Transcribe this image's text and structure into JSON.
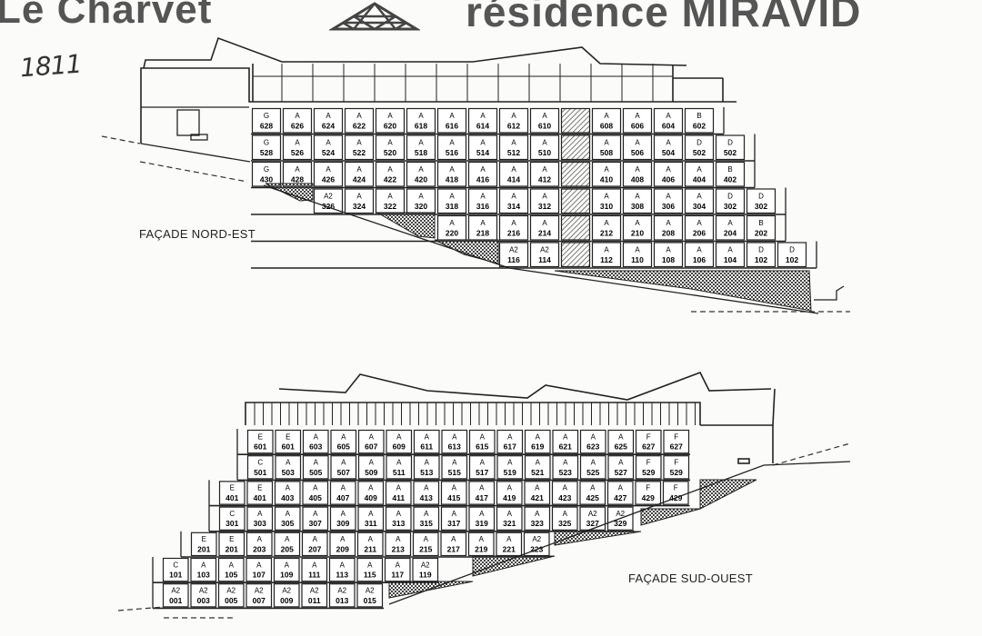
{
  "header": {
    "left_title": "Le Charvet",
    "right_title": "résidence MIRAVID"
  },
  "handwritten_note": "1811",
  "facade_ne": {
    "label": "FAÇADE NORD-EST",
    "rows": [
      {
        "floor": 6,
        "cells": [
          {
            "t": "G",
            "n": "628"
          },
          {
            "t": "A",
            "n": "626"
          },
          {
            "t": "A",
            "n": "624"
          },
          {
            "t": "A",
            "n": "622"
          },
          {
            "t": "A",
            "n": "620"
          },
          {
            "t": "A",
            "n": "618"
          },
          {
            "t": "A",
            "n": "616"
          },
          {
            "t": "A",
            "n": "614"
          },
          {
            "t": "A",
            "n": "612"
          },
          {
            "t": "A",
            "n": "610"
          },
          {
            "hatch": true
          },
          {
            "t": "A",
            "n": "608"
          },
          {
            "t": "A",
            "n": "606"
          },
          {
            "t": "A",
            "n": "604"
          },
          {
            "t": "B",
            "n": "602"
          }
        ]
      },
      {
        "floor": 5,
        "cells": [
          {
            "t": "G",
            "n": "528"
          },
          {
            "t": "A",
            "n": "526"
          },
          {
            "t": "A",
            "n": "524"
          },
          {
            "t": "A",
            "n": "522"
          },
          {
            "t": "A",
            "n": "520"
          },
          {
            "t": "A",
            "n": "518"
          },
          {
            "t": "A",
            "n": "516"
          },
          {
            "t": "A",
            "n": "514"
          },
          {
            "t": "A",
            "n": "512"
          },
          {
            "t": "A",
            "n": "510"
          },
          {
            "hatch": true
          },
          {
            "t": "A",
            "n": "508"
          },
          {
            "t": "A",
            "n": "506"
          },
          {
            "t": "A",
            "n": "504"
          },
          {
            "t": "D",
            "n": "502"
          },
          {
            "t": "D",
            "n": "502"
          }
        ]
      },
      {
        "floor": 4,
        "cells": [
          {
            "t": "G",
            "n": "430"
          },
          {
            "t": "A",
            "n": "428"
          },
          {
            "t": "A",
            "n": "426"
          },
          {
            "t": "A",
            "n": "424"
          },
          {
            "t": "A",
            "n": "422"
          },
          {
            "t": "A",
            "n": "420"
          },
          {
            "t": "A",
            "n": "418"
          },
          {
            "t": "A",
            "n": "416"
          },
          {
            "t": "A",
            "n": "414"
          },
          {
            "t": "A",
            "n": "412"
          },
          {
            "hatch": true
          },
          {
            "t": "A",
            "n": "410"
          },
          {
            "t": "A",
            "n": "408"
          },
          {
            "t": "A",
            "n": "406"
          },
          {
            "t": "A",
            "n": "404"
          },
          {
            "t": "B",
            "n": "402"
          }
        ]
      },
      {
        "floor": 3,
        "cells": [
          {
            "blank": true
          },
          {
            "blank": true
          },
          {
            "t": "A2",
            "n": "326"
          },
          {
            "t": "A",
            "n": "324"
          },
          {
            "t": "A",
            "n": "322"
          },
          {
            "t": "A",
            "n": "320"
          },
          {
            "t": "A",
            "n": "318"
          },
          {
            "t": "A",
            "n": "316"
          },
          {
            "t": "A",
            "n": "314"
          },
          {
            "t": "A",
            "n": "312"
          },
          {
            "hatch": true
          },
          {
            "t": "A",
            "n": "310"
          },
          {
            "t": "A",
            "n": "308"
          },
          {
            "t": "A",
            "n": "306"
          },
          {
            "t": "A",
            "n": "304"
          },
          {
            "t": "D",
            "n": "302"
          },
          {
            "t": "D",
            "n": "302"
          }
        ]
      },
      {
        "floor": 2,
        "cells": [
          {
            "blank": true
          },
          {
            "blank": true
          },
          {
            "blank": true
          },
          {
            "blank": true
          },
          {
            "blank": true
          },
          {
            "blank": true
          },
          {
            "t": "A",
            "n": "220"
          },
          {
            "t": "A",
            "n": "218"
          },
          {
            "t": "A",
            "n": "216"
          },
          {
            "t": "A",
            "n": "214"
          },
          {
            "hatch": true
          },
          {
            "t": "A",
            "n": "212"
          },
          {
            "t": "A",
            "n": "210"
          },
          {
            "t": "A",
            "n": "208"
          },
          {
            "t": "A",
            "n": "206"
          },
          {
            "t": "A",
            "n": "204"
          },
          {
            "t": "B",
            "n": "202"
          }
        ]
      },
      {
        "floor": 1,
        "cells": [
          {
            "blank": true
          },
          {
            "blank": true
          },
          {
            "blank": true
          },
          {
            "blank": true
          },
          {
            "blank": true
          },
          {
            "blank": true
          },
          {
            "blank": true
          },
          {
            "blank": true
          },
          {
            "t": "A2",
            "n": "116"
          },
          {
            "t": "A2",
            "n": "114"
          },
          {
            "hatch": true
          },
          {
            "t": "A",
            "n": "112"
          },
          {
            "t": "A",
            "n": "110"
          },
          {
            "t": "A",
            "n": "108"
          },
          {
            "t": "A",
            "n": "106"
          },
          {
            "t": "A",
            "n": "104"
          },
          {
            "t": "D",
            "n": "102"
          },
          {
            "t": "D",
            "n": "102"
          }
        ]
      }
    ]
  },
  "facade_sw": {
    "label": "FAÇADE SUD-OUEST",
    "rows": [
      {
        "floor": 6,
        "cells": [
          {
            "t": "E",
            "n": "601"
          },
          {
            "t": "E",
            "n": "601"
          },
          {
            "t": "A",
            "n": "603"
          },
          {
            "t": "A",
            "n": "605"
          },
          {
            "t": "A",
            "n": "607"
          },
          {
            "t": "A",
            "n": "609"
          },
          {
            "t": "A",
            "n": "611"
          },
          {
            "t": "A",
            "n": "613"
          },
          {
            "t": "A",
            "n": "615"
          },
          {
            "t": "A",
            "n": "617"
          },
          {
            "t": "A",
            "n": "619"
          },
          {
            "t": "A",
            "n": "621"
          },
          {
            "t": "A",
            "n": "623"
          },
          {
            "t": "A",
            "n": "625"
          },
          {
            "t": "F",
            "n": "627"
          },
          {
            "t": "F",
            "n": "627"
          }
        ]
      },
      {
        "floor": 5,
        "cells": [
          {
            "t": "C",
            "n": "501"
          },
          {
            "t": "A",
            "n": "503"
          },
          {
            "t": "A",
            "n": "505"
          },
          {
            "t": "A",
            "n": "507"
          },
          {
            "t": "A",
            "n": "509"
          },
          {
            "t": "A",
            "n": "511"
          },
          {
            "t": "A",
            "n": "513"
          },
          {
            "t": "A",
            "n": "515"
          },
          {
            "t": "A",
            "n": "517"
          },
          {
            "t": "A",
            "n": "519"
          },
          {
            "t": "A",
            "n": "521"
          },
          {
            "t": "A",
            "n": "523"
          },
          {
            "t": "A",
            "n": "525"
          },
          {
            "t": "A",
            "n": "527"
          },
          {
            "t": "F",
            "n": "529"
          },
          {
            "t": "F",
            "n": "529"
          }
        ]
      },
      {
        "floor": 4,
        "cells": [
          {
            "t": "E",
            "n": "401"
          },
          {
            "t": "E",
            "n": "401"
          },
          {
            "t": "A",
            "n": "403"
          },
          {
            "t": "A",
            "n": "405"
          },
          {
            "t": "A",
            "n": "407"
          },
          {
            "t": "A",
            "n": "409"
          },
          {
            "t": "A",
            "n": "411"
          },
          {
            "t": "A",
            "n": "413"
          },
          {
            "t": "A",
            "n": "415"
          },
          {
            "t": "A",
            "n": "417"
          },
          {
            "t": "A",
            "n": "419"
          },
          {
            "t": "A",
            "n": "421"
          },
          {
            "t": "A",
            "n": "423"
          },
          {
            "t": "A",
            "n": "425"
          },
          {
            "t": "A",
            "n": "427"
          },
          {
            "t": "F",
            "n": "429"
          },
          {
            "t": "F",
            "n": "429"
          }
        ]
      },
      {
        "floor": 3,
        "cells": [
          {
            "t": "C",
            "n": "301"
          },
          {
            "t": "A",
            "n": "303"
          },
          {
            "t": "A",
            "n": "305"
          },
          {
            "t": "A",
            "n": "307"
          },
          {
            "t": "A",
            "n": "309"
          },
          {
            "t": "A",
            "n": "311"
          },
          {
            "t": "A",
            "n": "313"
          },
          {
            "t": "A",
            "n": "315"
          },
          {
            "t": "A",
            "n": "317"
          },
          {
            "t": "A",
            "n": "319"
          },
          {
            "t": "A",
            "n": "321"
          },
          {
            "t": "A",
            "n": "323"
          },
          {
            "t": "A",
            "n": "325"
          },
          {
            "t": "A2",
            "n": "327"
          },
          {
            "t": "A2",
            "n": "329"
          }
        ]
      },
      {
        "floor": 2,
        "cells": [
          {
            "t": "E",
            "n": "201"
          },
          {
            "t": "E",
            "n": "201"
          },
          {
            "t": "A",
            "n": "203"
          },
          {
            "t": "A",
            "n": "205"
          },
          {
            "t": "A",
            "n": "207"
          },
          {
            "t": "A",
            "n": "209"
          },
          {
            "t": "A",
            "n": "211"
          },
          {
            "t": "A",
            "n": "213"
          },
          {
            "t": "A",
            "n": "215"
          },
          {
            "t": "A",
            "n": "217"
          },
          {
            "t": "A",
            "n": "219"
          },
          {
            "t": "A",
            "n": "221"
          },
          {
            "t": "A2",
            "n": "223"
          }
        ]
      },
      {
        "floor": 1,
        "cells": [
          {
            "t": "C",
            "n": "101"
          },
          {
            "t": "A",
            "n": "103"
          },
          {
            "t": "A",
            "n": "105"
          },
          {
            "t": "A",
            "n": "107"
          },
          {
            "t": "A",
            "n": "109"
          },
          {
            "t": "A",
            "n": "111"
          },
          {
            "t": "A",
            "n": "113"
          },
          {
            "t": "A",
            "n": "115"
          },
          {
            "t": "A",
            "n": "117"
          },
          {
            "t": "A2",
            "n": "119"
          }
        ]
      },
      {
        "floor": 0,
        "cells": [
          {
            "t": "A2",
            "n": "001"
          },
          {
            "t": "A2",
            "n": "003"
          },
          {
            "t": "A2",
            "n": "005"
          },
          {
            "t": "A2",
            "n": "007"
          },
          {
            "t": "A2",
            "n": "009"
          },
          {
            "t": "A2",
            "n": "011"
          },
          {
            "t": "A2",
            "n": "013"
          },
          {
            "t": "A2",
            "n": "015"
          }
        ]
      }
    ]
  },
  "colors": {
    "ink": "#1a1a1a",
    "paper": "#fbfbf9",
    "hatch": "#444444"
  }
}
